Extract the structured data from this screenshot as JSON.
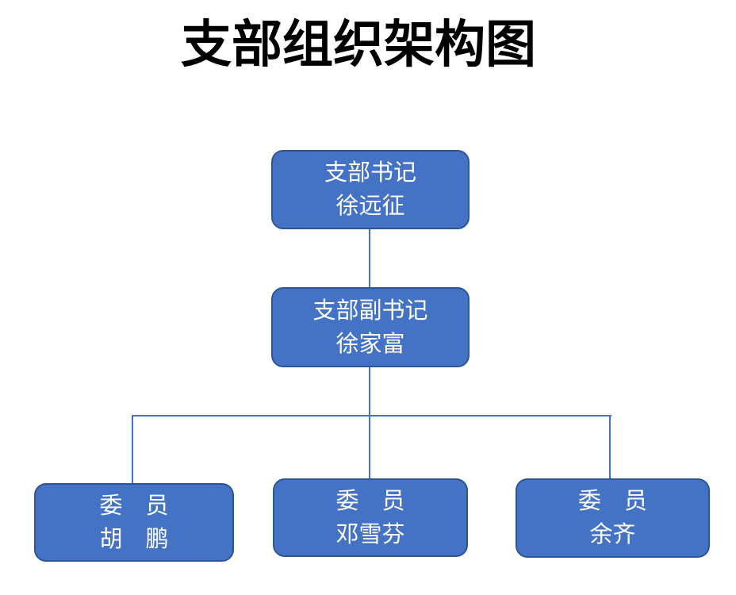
{
  "title": "支部组织架构图",
  "colors": {
    "box_fill": "#4472C4",
    "box_border": "#2E5596",
    "connector": "#4472C4",
    "box_text": "#FFFFFF",
    "title_color": "#000000",
    "page_bg": "#FFFFFF"
  },
  "org_chart": {
    "secretary": {
      "role": "支部书记",
      "name": "徐远征"
    },
    "deputy": {
      "role": "支部副书记",
      "name": "徐家富"
    },
    "members": [
      {
        "role": "委　员",
        "name": "胡　鹏"
      },
      {
        "role": "委　员",
        "name": "邓雪芬"
      },
      {
        "role": "委　员",
        "name": "余齐"
      }
    ]
  }
}
